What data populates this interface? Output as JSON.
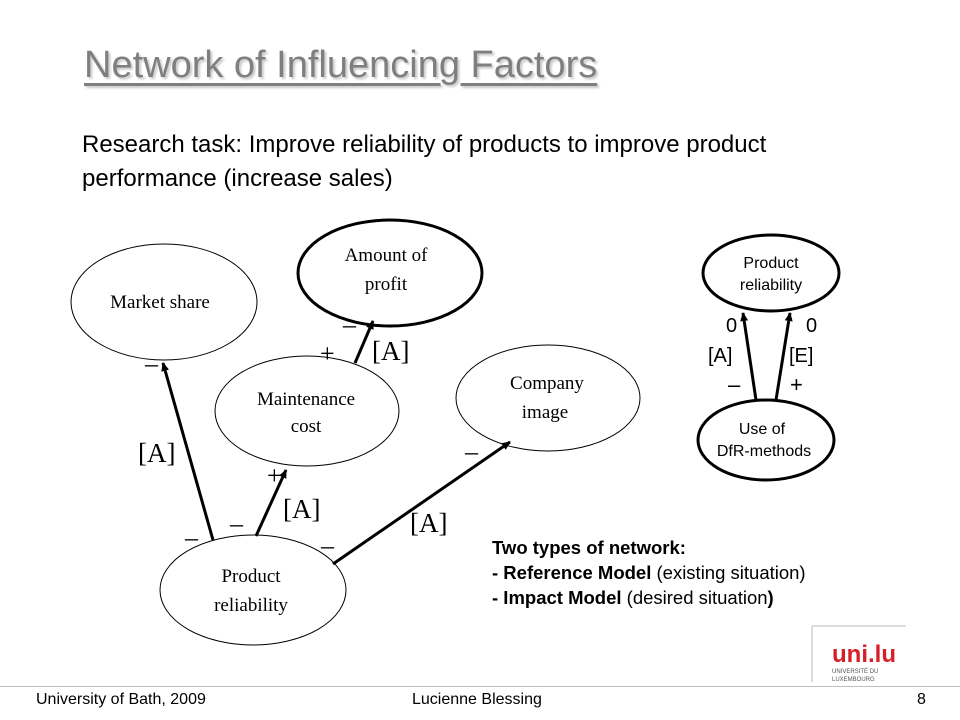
{
  "slide": {
    "title": "Network of Influencing Factors",
    "task_line1": "Research task: Improve reliability of products to improve product",
    "task_line2": "performance (increase sales)"
  },
  "network": {
    "nodes": {
      "market_share": "Market share",
      "amount_profit_1": "Amount of",
      "amount_profit_2": "profit",
      "maintenance_1": "Maintenance",
      "maintenance_2": "cost",
      "company_image_1": "Company",
      "company_image_2": "image",
      "product_rel_1": "Product",
      "product_rel_2": "reliability"
    },
    "labels": {
      "assumption": "[A]",
      "minus": "–",
      "plus": "+"
    }
  },
  "mini_network": {
    "top_1": "Product",
    "top_2": "reliability",
    "bottom_1": "Use of",
    "bottom_2": "DfR-methods",
    "zero": "0",
    "label_a": "[A]",
    "label_e": "[E]",
    "minus": "–",
    "plus": "+"
  },
  "note": {
    "heading": "Two types of network:",
    "line2_bold": "- Reference Model",
    "line2_rest": " (existing situation)",
    "line3_bold": "- Impact Model",
    "line3_rest": " (desired situation",
    "line3_end": ")"
  },
  "footer": {
    "left": "University of Bath, 2009",
    "center": "Lucienne Blessing",
    "page": "8"
  },
  "logo": {
    "brand": "uni.lu",
    "line1": "UNIVERSITÉ DU",
    "line2": "LUXEMBOURG"
  }
}
